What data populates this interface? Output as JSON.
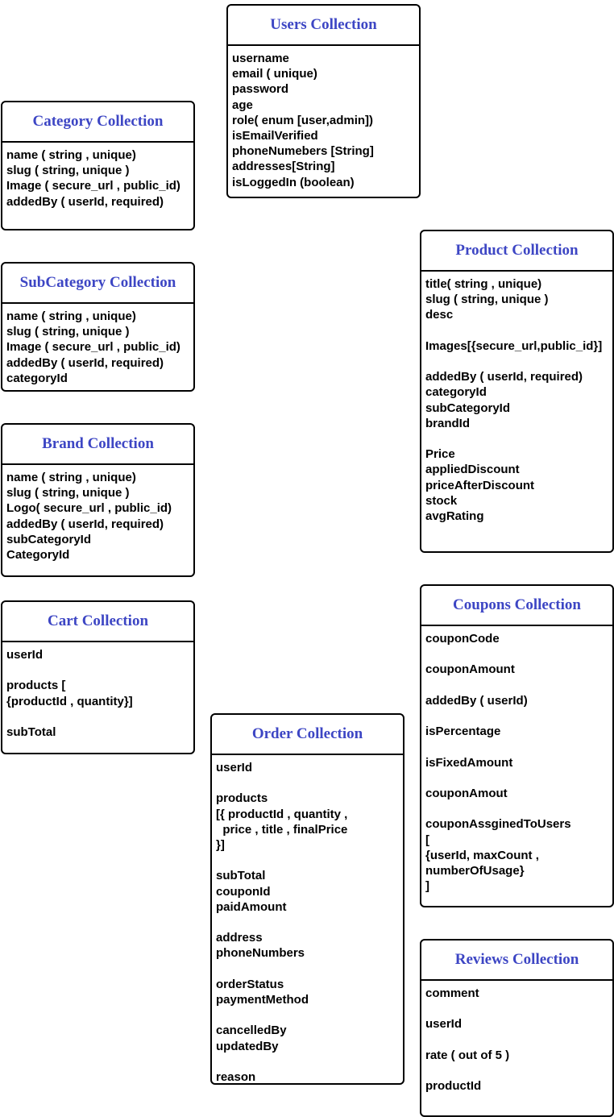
{
  "entities": [
    {
      "id": "users",
      "title": "Users Collection",
      "fields": [
        "username",
        "email ( unique)",
        "password",
        "age",
        "role( enum [user,admin])",
        "isEmailVerified",
        "phoneNumebers [String]",
        "addresses[String]",
        "isLoggedIn (boolean)"
      ]
    },
    {
      "id": "category",
      "title": "Category Collection",
      "fields": [
        "name ( string , unique)",
        "slug ( string, unique )",
        "Image ( secure_url , public_id)",
        "addedBy ( userId, required)"
      ]
    },
    {
      "id": "subcategory",
      "title": "SubCategory Collection",
      "fields": [
        "name ( string , unique)",
        "slug ( string, unique )",
        "Image ( secure_url , public_id)",
        "addedBy ( userId, required)",
        "categoryId"
      ]
    },
    {
      "id": "brand",
      "title": "Brand Collection",
      "fields": [
        "name ( string , unique)",
        "slug ( string, unique )",
        "Logo( secure_url , public_id)",
        "addedBy ( userId, required)",
        "subCategoryId",
        "CategoryId"
      ]
    },
    {
      "id": "cart",
      "title": "Cart Collection",
      "fields": [
        "userId",
        "",
        "products [",
        "{productId , quantity}]",
        "",
        "subTotal"
      ]
    },
    {
      "id": "order",
      "title": "Order Collection",
      "fields": [
        "userId",
        "",
        "products",
        "[{ productId , quantity ,",
        "  price , title , finalPrice",
        "}]",
        "",
        "subTotal",
        "couponId",
        "paidAmount",
        "",
        "address",
        "phoneNumbers",
        "",
        "orderStatus",
        "paymentMethod",
        "",
        "cancelledBy",
        "updatedBy",
        "",
        "reason"
      ]
    },
    {
      "id": "product",
      "title": "Product Collection",
      "fields": [
        "title( string , unique)",
        "slug ( string, unique )",
        "desc",
        "",
        "Images[{secure_url,public_id}]",
        "",
        "addedBy ( userId, required)",
        "categoryId",
        "subCategoryId",
        "brandId",
        "",
        "Price",
        "appliedDiscount",
        "priceAfterDiscount",
        "stock",
        "avgRating"
      ]
    },
    {
      "id": "coupons",
      "title": "Coupons Collection",
      "fields": [
        "couponCode",
        "",
        "couponAmount",
        "",
        "addedBy ( userId)",
        "",
        "isPercentage",
        "",
        "isFixedAmount",
        "",
        "couponAmout",
        "",
        "couponAssginedToUsers",
        "[",
        "{userId, maxCount ,",
        "numberOfUsage}",
        "]"
      ]
    },
    {
      "id": "reviews",
      "title": "Reviews Collection",
      "fields": [
        "comment",
        "",
        "userId",
        "",
        "rate ( out of 5 )",
        "",
        "productId"
      ]
    }
  ]
}
